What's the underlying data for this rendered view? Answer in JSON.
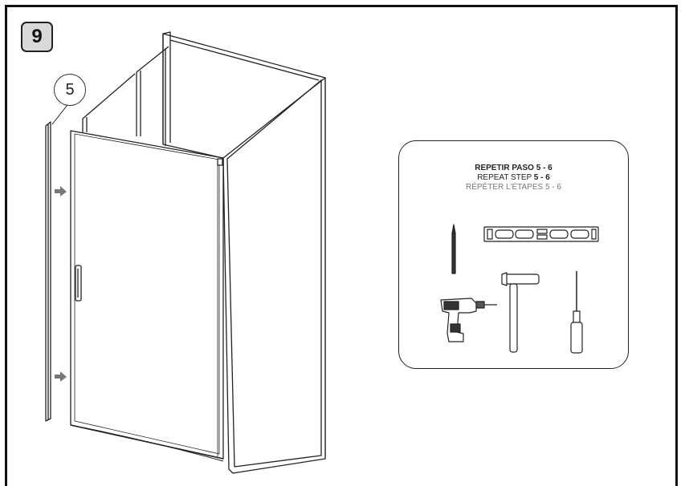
{
  "step": {
    "number": "9"
  },
  "part": {
    "label": "5"
  },
  "instructions": {
    "es": "REPETIR PASO 5 - 6",
    "en_prefix": "REPEAT STEP ",
    "en_steps": "5 - 6",
    "fr": "RÉPÉTER L'ÉTAPES 5 - 6"
  },
  "tools": [
    "pencil-icon",
    "spirit-level-icon",
    "drill-icon",
    "hammer-icon",
    "screwdriver-icon"
  ]
}
